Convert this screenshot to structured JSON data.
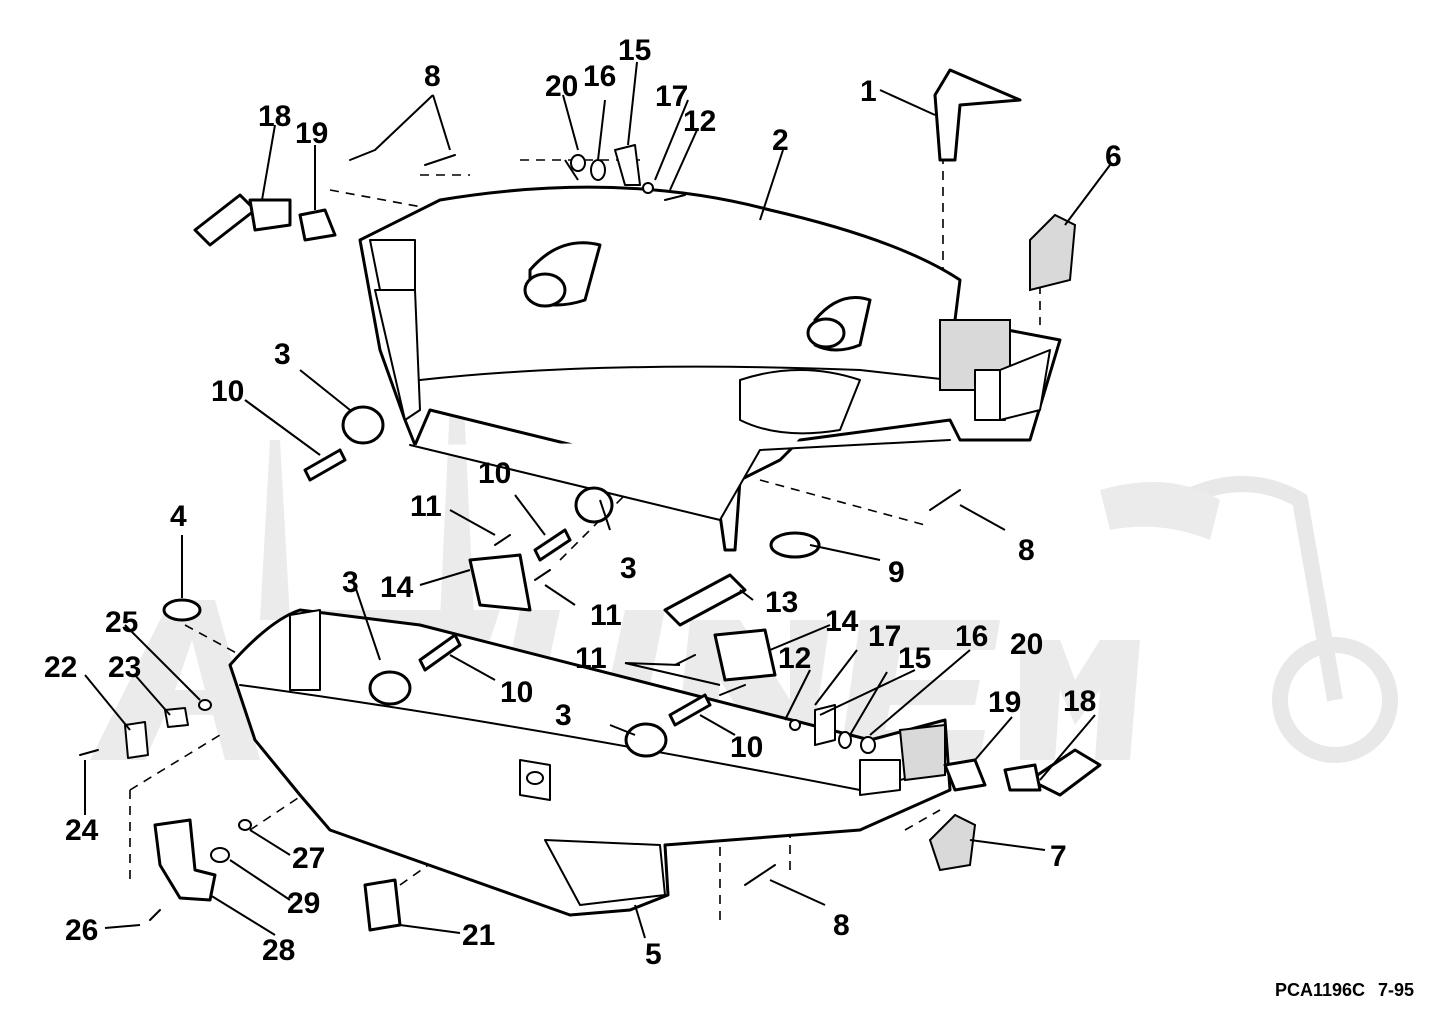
{
  "diagram": {
    "callouts": {
      "c1": "1",
      "c2": "2",
      "c3a": "3",
      "c3b": "3",
      "c3c": "3",
      "c3d": "3",
      "c4": "4",
      "c5": "5",
      "c6": "6",
      "c7": "7",
      "c8a": "8",
      "c8b": "8",
      "c8c": "8",
      "c9": "9",
      "c10a": "10",
      "c10b": "10",
      "c10c": "10",
      "c10d": "10",
      "c11a": "11",
      "c11b": "11",
      "c11c": "11",
      "c12a": "12",
      "c12b": "12",
      "c13": "13",
      "c14a": "14",
      "c14b": "14",
      "c15a": "15",
      "c15b": "15",
      "c16a": "16",
      "c16b": "16",
      "c17a": "17",
      "c17b": "17",
      "c18a": "18",
      "c18b": "18",
      "c19a": "19",
      "c19b": "19",
      "c20a": "20",
      "c20b": "20",
      "c21": "21",
      "c22": "22",
      "c23": "23",
      "c24": "24",
      "c25": "25",
      "c26": "26",
      "c27": "27",
      "c28": "28",
      "c29": "29"
    },
    "reference_code": "PCA1196C",
    "revision_date": "7-95"
  },
  "colors": {
    "line": "#000000",
    "background": "#ffffff",
    "watermark": "#e8e8e8"
  }
}
